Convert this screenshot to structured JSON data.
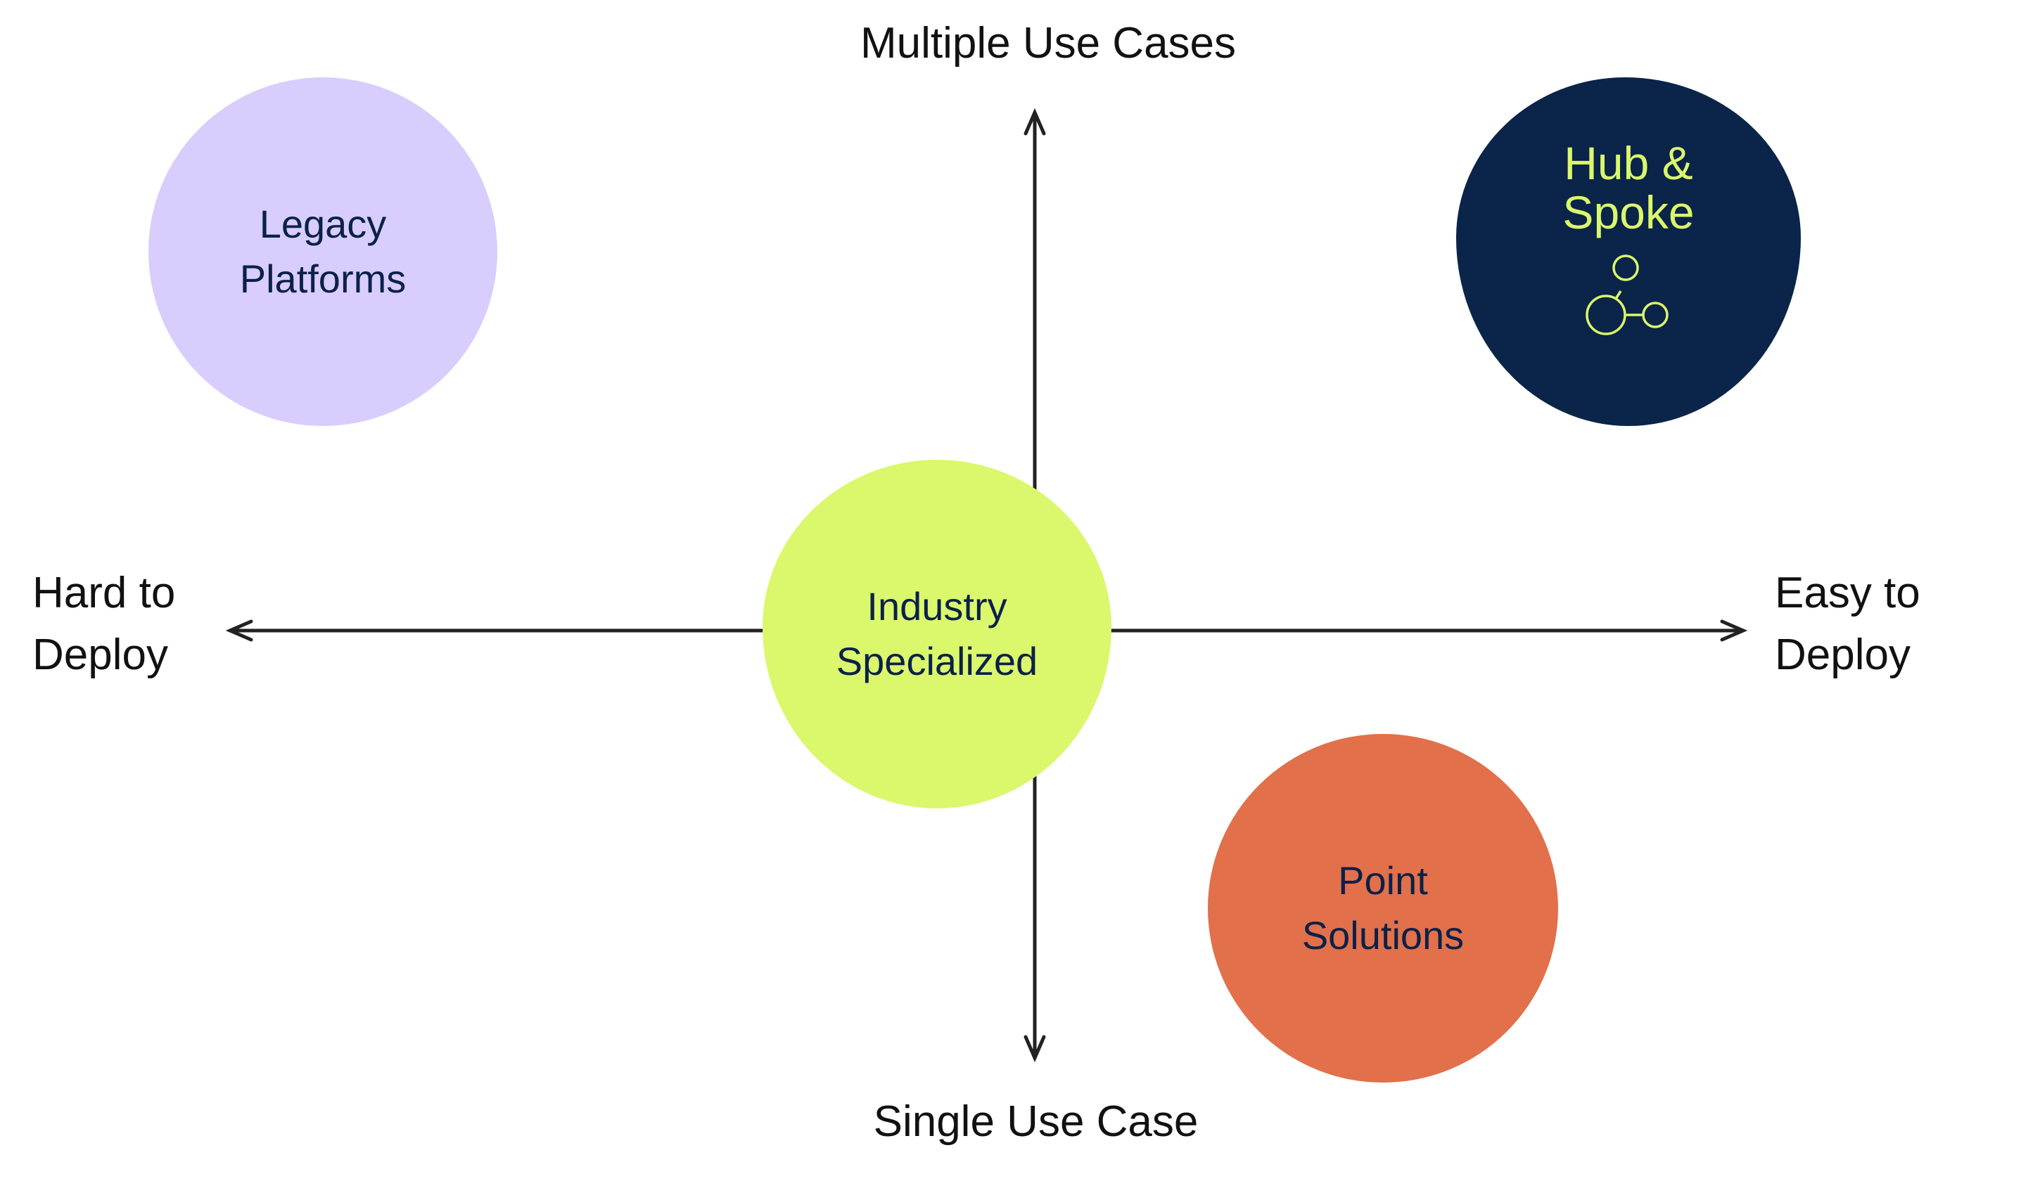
{
  "axes": {
    "top": "Multiple Use Cases",
    "bottom": "Single Use Case",
    "left": [
      "Hard to",
      "Deploy"
    ],
    "right": [
      "Easy to",
      "Deploy"
    ],
    "stroke_color": "#222222"
  },
  "quadrants": [
    {
      "id": "legacy",
      "lines": [
        "Legacy",
        "Platforms"
      ],
      "fill": "#d9cdfd",
      "text_color": "#0b2149",
      "position": "top-left"
    },
    {
      "id": "hub",
      "lines": [
        "Hub &",
        "Spoke"
      ],
      "fill": "#0b2449",
      "text_color": "#dbf76c",
      "icon": "hub-and-spoke-icon",
      "position": "top-right"
    },
    {
      "id": "industry",
      "lines": [
        "Industry",
        "Specialized"
      ],
      "fill": "#dbf76c",
      "text_color": "#0b2149",
      "position": "center"
    },
    {
      "id": "point",
      "lines": [
        "Point",
        "Solutions"
      ],
      "fill": "#e2704a",
      "text_color": "#0b2149",
      "position": "bottom-right"
    }
  ]
}
